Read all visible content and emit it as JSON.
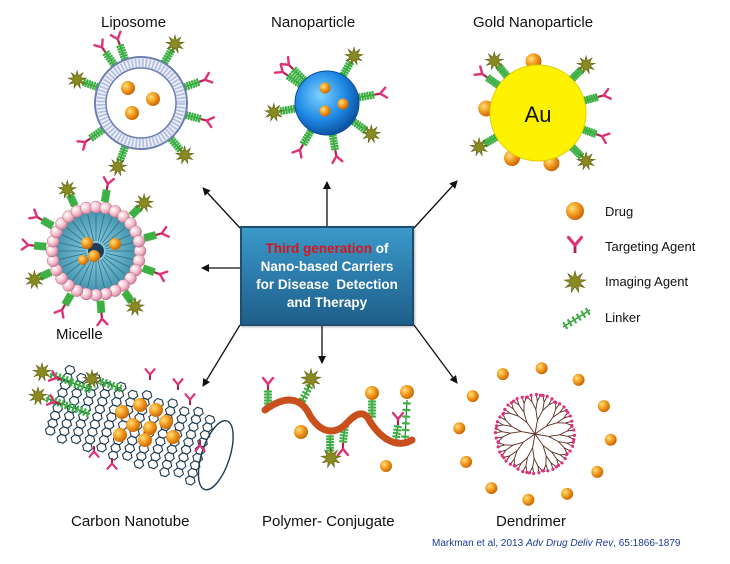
{
  "labels": {
    "liposome": "Liposome",
    "nanoparticle": "Nanoparticle",
    "gold_nanoparticle": "Gold Nanoparticle",
    "gold_symbol": "Au",
    "micelle": "Micelle",
    "carbon_nanotube": "Carbon Nanotube",
    "polymer_conjugate": "Polymer- Conjugate",
    "dendrimer": "Dendrimer"
  },
  "center": {
    "highlight": "Third generation",
    "line1_rest": " of",
    "line2": "Nano-based Carriers",
    "line3": "for Disease  Detection",
    "line4": "and Therapy"
  },
  "legend": {
    "drug": "Drug",
    "targeting_agent": "Targeting Agent",
    "imaging_agent": "Imaging Agent",
    "linker": "Linker"
  },
  "citation": {
    "authors": "Markman et al, 2013 ",
    "journal": "Adv Drug Deliv Rev",
    "ref": ", 65:1866-1879"
  },
  "colors": {
    "drug": "#f39a1e",
    "targeting": "#e0307a",
    "imaging": "#8a8a22",
    "linker": "#3cb043",
    "gold": "#ffef00",
    "nanoparticle": "#1e88e5",
    "nanotube": "#1c3a52",
    "polymer": "#c9501c"
  }
}
